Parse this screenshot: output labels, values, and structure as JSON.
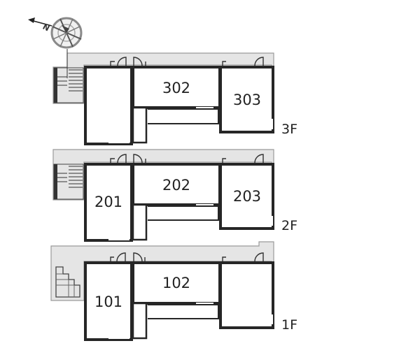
{
  "compass": {
    "north_label": "N"
  },
  "floors": [
    {
      "floor_label": "3F",
      "units": [
        "",
        "302",
        "303"
      ]
    },
    {
      "floor_label": "2F",
      "units": [
        "201",
        "202",
        "203"
      ]
    },
    {
      "floor_label": "1F",
      "units": [
        "101",
        "102",
        ""
      ]
    }
  ],
  "colors": {
    "wall": "#262626",
    "corridor": "#e5e5e5",
    "corridor_edge": "#9a9a9a",
    "background": "#ffffff"
  }
}
